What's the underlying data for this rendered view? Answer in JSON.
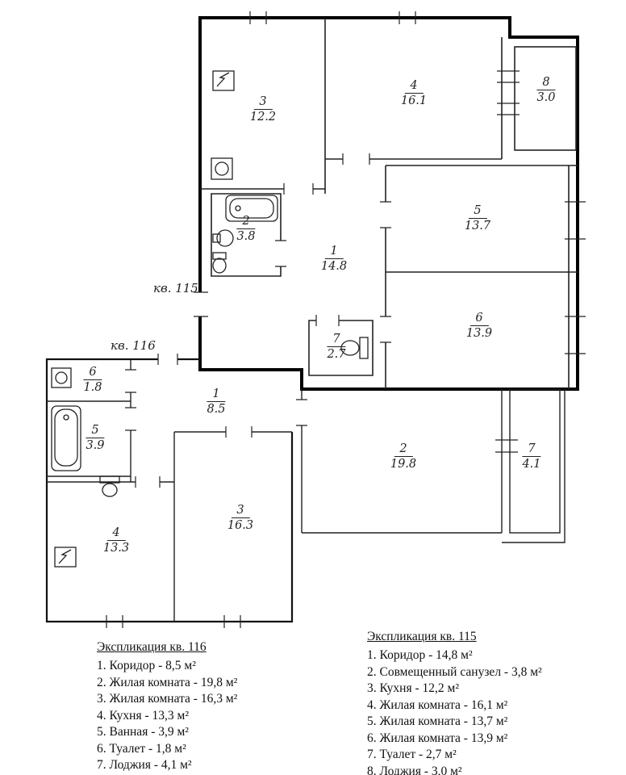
{
  "colors": {
    "background": "#ffffff",
    "ink": "#222222",
    "wall_bold": "#000000"
  },
  "icons": {
    "electrical_panel": "zigzag-in-square",
    "bathtub": "rounded-rect-with-drain",
    "sink": "circle-in-square",
    "toilet": "oval-with-tank"
  },
  "apt115": {
    "label": "кв. 115",
    "rooms": {
      "r1": {
        "number": "1",
        "area": "14.8"
      },
      "r2": {
        "number": "2",
        "area": "3.8"
      },
      "r3": {
        "number": "3",
        "area": "12.2"
      },
      "r4": {
        "number": "4",
        "area": "16.1"
      },
      "r5": {
        "number": "5",
        "area": "13.7"
      },
      "r6": {
        "number": "6",
        "area": "13.9"
      },
      "r7": {
        "number": "7",
        "area": "2.7"
      },
      "r8": {
        "number": "8",
        "area": "3.0"
      }
    }
  },
  "apt116": {
    "label": "кв. 116",
    "rooms": {
      "r1": {
        "number": "1",
        "area": "8.5"
      },
      "r2": {
        "number": "2",
        "area": "19.8"
      },
      "r3": {
        "number": "3",
        "area": "16.3"
      },
      "r4": {
        "number": "4",
        "area": "13.3"
      },
      "r5": {
        "number": "5",
        "area": "3.9"
      },
      "r6": {
        "number": "6",
        "area": "1.8"
      },
      "r7": {
        "number": "7",
        "area": "4.1"
      }
    }
  },
  "legend116": {
    "title": "Экспликация кв. 116",
    "items": [
      "1. Коридор - 8,5 м²",
      "2. Жилая комната - 19,8 м²",
      "3. Жилая комната - 16,3 м²",
      "4. Кухня - 13,3 м²",
      "5. Ванная - 3,9 м²",
      "6. Туалет - 1,8 м²",
      "7. Лоджия - 4,1 м²"
    ]
  },
  "legend115": {
    "title": "Экспликация кв. 115",
    "items": [
      "1. Коридор - 14,8 м²",
      "2. Совмещенный санузел - 3,8 м²",
      "3. Кухня - 12,2 м²",
      "4. Жилая комната - 16,1 м²",
      "5. Жилая комната - 13,7 м²",
      "6. Жилая комната - 13,9 м²",
      "7. Туалет - 2,7 м²",
      "8. Лоджия - 3,0 м²"
    ]
  }
}
